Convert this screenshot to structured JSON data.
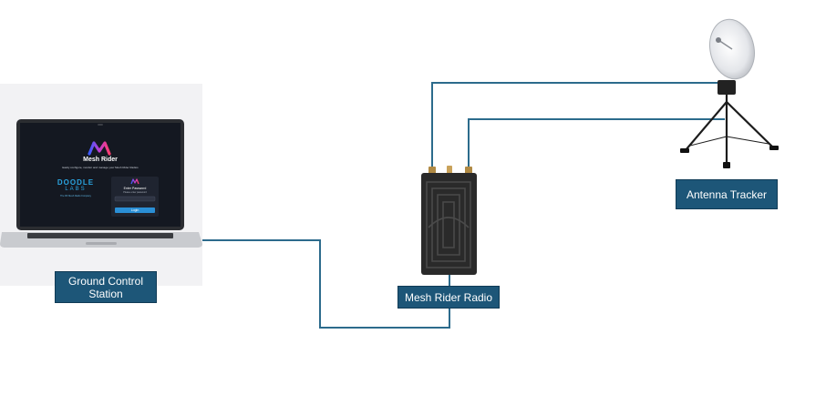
{
  "nodes": {
    "ground_control_station": {
      "label": "Ground Control Station"
    },
    "mesh_rider_radio": {
      "label": "Mesh Rider Radio"
    },
    "antenna_tracker": {
      "label": "Antenna Tracker"
    }
  },
  "laptop_screen": {
    "app_title": "Mesh Rider",
    "tagline": "Easily configure, monitor and manage your Mesh Rider Radios",
    "brand_line1": "DOODLE",
    "brand_line2": "LABS",
    "brand_sub": "The RF Mesh Radio Company",
    "login_title": "Enter Password",
    "login_hint": "Please enter password",
    "login_button": "Login"
  },
  "connections": [
    {
      "from": "ground_control_station",
      "to": "mesh_rider_radio"
    },
    {
      "from": "mesh_rider_radio",
      "to": "antenna_tracker"
    },
    {
      "from": "mesh_rider_radio",
      "to": "antenna_tracker"
    }
  ],
  "colors": {
    "label_fill": "#1d5678",
    "connector": "#2c6b8c",
    "screen_bg": "#141821",
    "accent": "#2aa4e0"
  }
}
